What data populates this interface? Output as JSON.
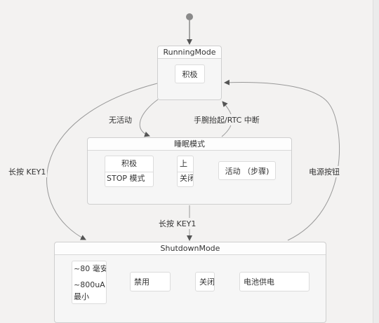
{
  "diagram": {
    "states": {
      "running": {
        "title": "RunningMode",
        "inner": "积极"
      },
      "sleep": {
        "title": "睡眠模式",
        "box1": {
          "line1": "积极",
          "line2": "STOP 模式"
        },
        "box2": {
          "line1": "上",
          "line2": "关闭"
        },
        "box3": "活动 （步骤)"
      },
      "shutdown": {
        "title": "ShutdownMode",
        "box1": {
          "line1": "~80 毫安",
          "line2": "~800uA",
          "line3": "最小"
        },
        "box2": "禁用",
        "box3": "关闭",
        "box4": "电池供电"
      }
    },
    "edges": {
      "no_activity": "无活动",
      "wrist_rtc": "手腕抬起/RTC 中断",
      "long_press_left": "长按 KEY1",
      "long_press_center": "长按 KEY1",
      "power_button": "电源按钮"
    }
  }
}
